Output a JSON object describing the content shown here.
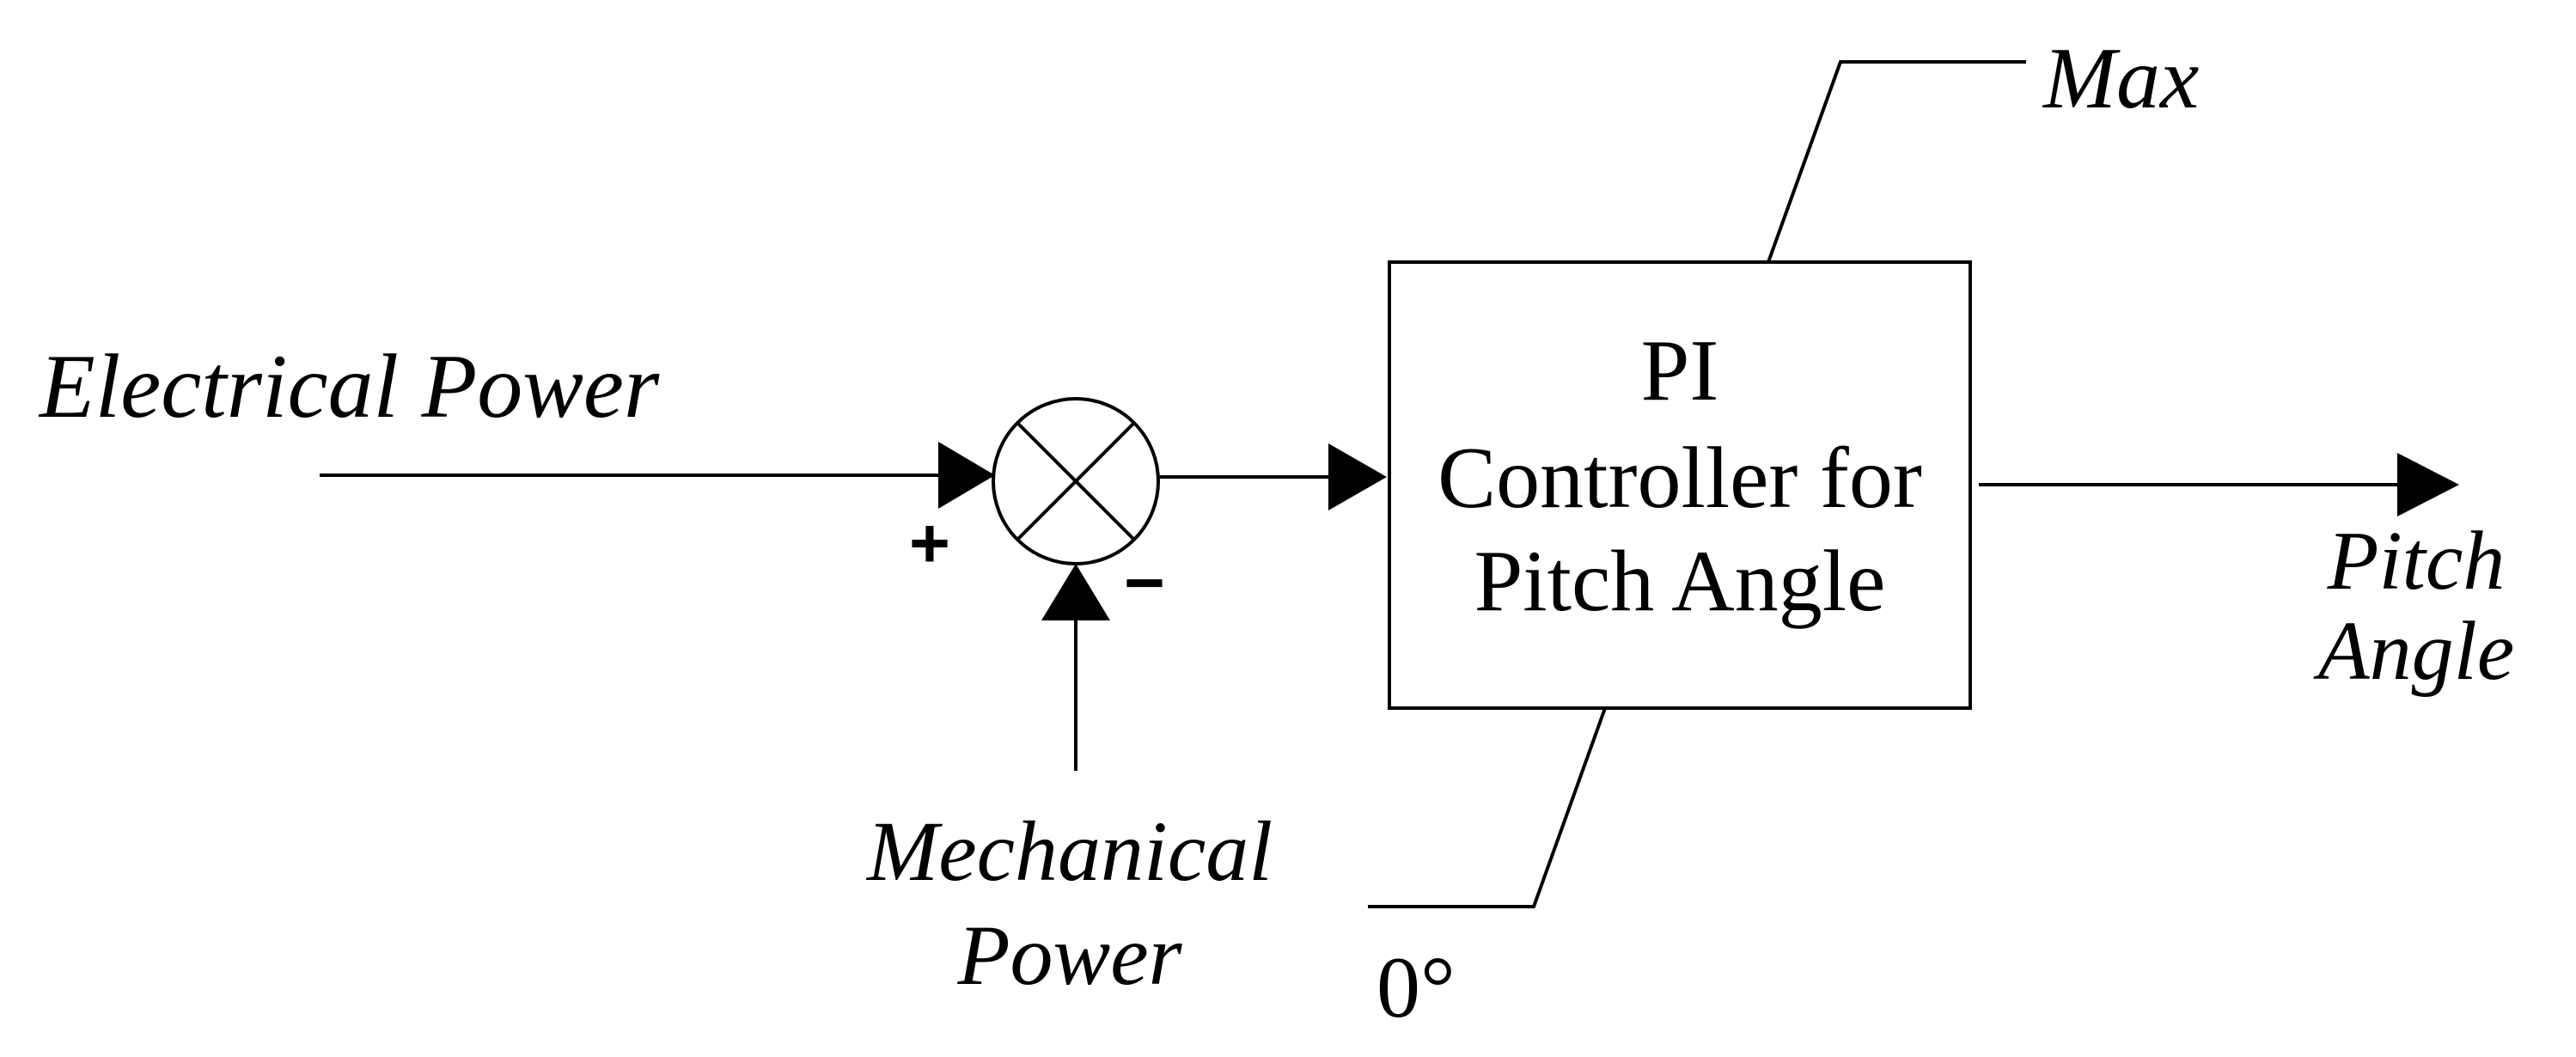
{
  "inputs": {
    "electrical_power": "Electrical Power",
    "mechanical_power_line1": "Mechanical",
    "mechanical_power_line2": "Power"
  },
  "summing_junction": {
    "plus_sign": "+",
    "minus_sign": "−"
  },
  "controller": {
    "line1": "PI",
    "line2": "Controller for",
    "line3": "Pitch Angle"
  },
  "limits": {
    "max": "Max",
    "min": "0°"
  },
  "output": {
    "line1": "Pitch",
    "line2": "Angle"
  }
}
